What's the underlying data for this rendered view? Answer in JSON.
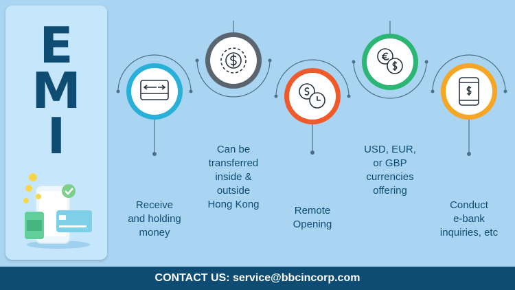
{
  "sidebar": {
    "letters": [
      "E",
      "M",
      "I"
    ],
    "illustration": "mobile-phone-coins-card-illustration"
  },
  "features": [
    {
      "label": "Receive\nand holding\nmoney",
      "icon": "exchange-arrows-icon",
      "color": "#29b0d9"
    },
    {
      "label": "Can be\ntransferred\ninside &\noutside\nHong Kong",
      "icon": "dollar-gear-icon",
      "color": "#5b6570"
    },
    {
      "label": "Remote\nOpening",
      "icon": "coin-clock-icon",
      "color": "#f05a2a"
    },
    {
      "label": "USD, EUR,\nor GBP\ncurrencies\noffering",
      "icon": "euro-dollar-coins-icon",
      "color": "#2bb673"
    },
    {
      "label": "Conduct\ne-bank\ninquiries, etc",
      "icon": "mobile-dollar-icon",
      "color": "#f6a623"
    }
  ],
  "colors": {
    "primary": "#0f4c73",
    "background": "#a9d5f2"
  },
  "footer": {
    "contact": "CONTACT US: service@bbcincorp.com"
  }
}
